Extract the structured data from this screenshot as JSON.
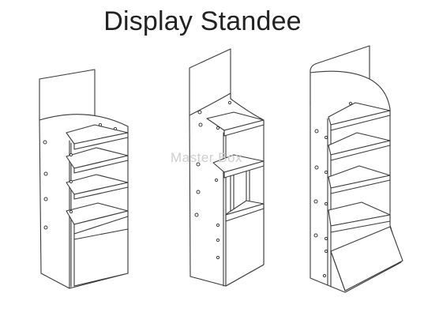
{
  "title": "Display Standee",
  "watermark": "Master Box",
  "colors": {
    "line": "#3a3a3a",
    "title": "#222222",
    "watermark": "#cfcfcf",
    "background": "#ffffff"
  },
  "illustrations": [
    "standee-four-shelf-closed-base",
    "standee-three-tier-box-shelf",
    "standee-four-shelf-slanted-base"
  ]
}
